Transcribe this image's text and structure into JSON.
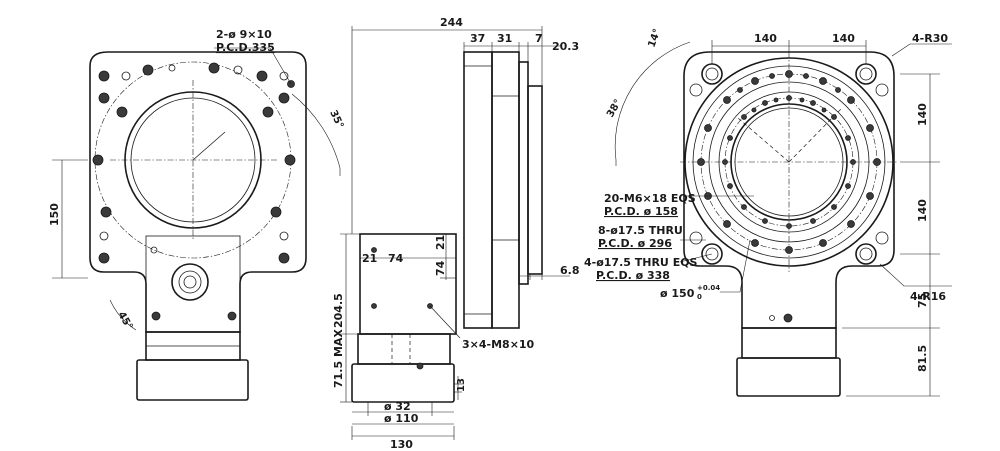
{
  "front_view": {
    "callout_holes": "2-ø 9×10",
    "callout_pcd": "P.C.D.335",
    "angle_top": "35°",
    "angle_bottom": "45°",
    "dim_height": "150"
  },
  "side_view": {
    "overall_depth": "244",
    "dim_37": "37",
    "dim_31": "31",
    "dim_7": "7",
    "dim_20_3": "20.3",
    "dim_21_left": "21",
    "dim_74_horizontal": "74",
    "dim_21_vertical": "21",
    "dim_74_vertical": "74",
    "dim_6_8": "6.8",
    "dim_204_5": "204.5",
    "dim_71_5": "71.5 MAX",
    "dim_13": "13",
    "dia_32": "ø 32",
    "dia_110": "ø 110",
    "dim_130": "130",
    "thread_callout": "3×4-M8×10"
  },
  "rear_view": {
    "angle_14": "14°",
    "angle_38": "38°",
    "dim_140_left": "140",
    "dim_140_right": "140",
    "dim_140_upper": "140",
    "dim_140_lower": "140",
    "radius_r30": "4-R30",
    "radius_r16": "4-R16",
    "callout_m6_line1": "20-M6×18 EQS",
    "callout_m6_line2": "P.C.D.  ø 158",
    "callout_thru_line1": "8-ø17.5 THRU",
    "callout_thru_line2": "P.C.D.  ø 296",
    "callout_eqs_line1": "4-ø17.5 THRU EQS",
    "callout_eqs_line2": "P.C.D.  ø 338",
    "bore_dia": "ø 150",
    "bore_tol_upper": "+0.04",
    "bore_tol_lower": "0",
    "dim_75": "75",
    "dim_81_5": "81.5"
  }
}
